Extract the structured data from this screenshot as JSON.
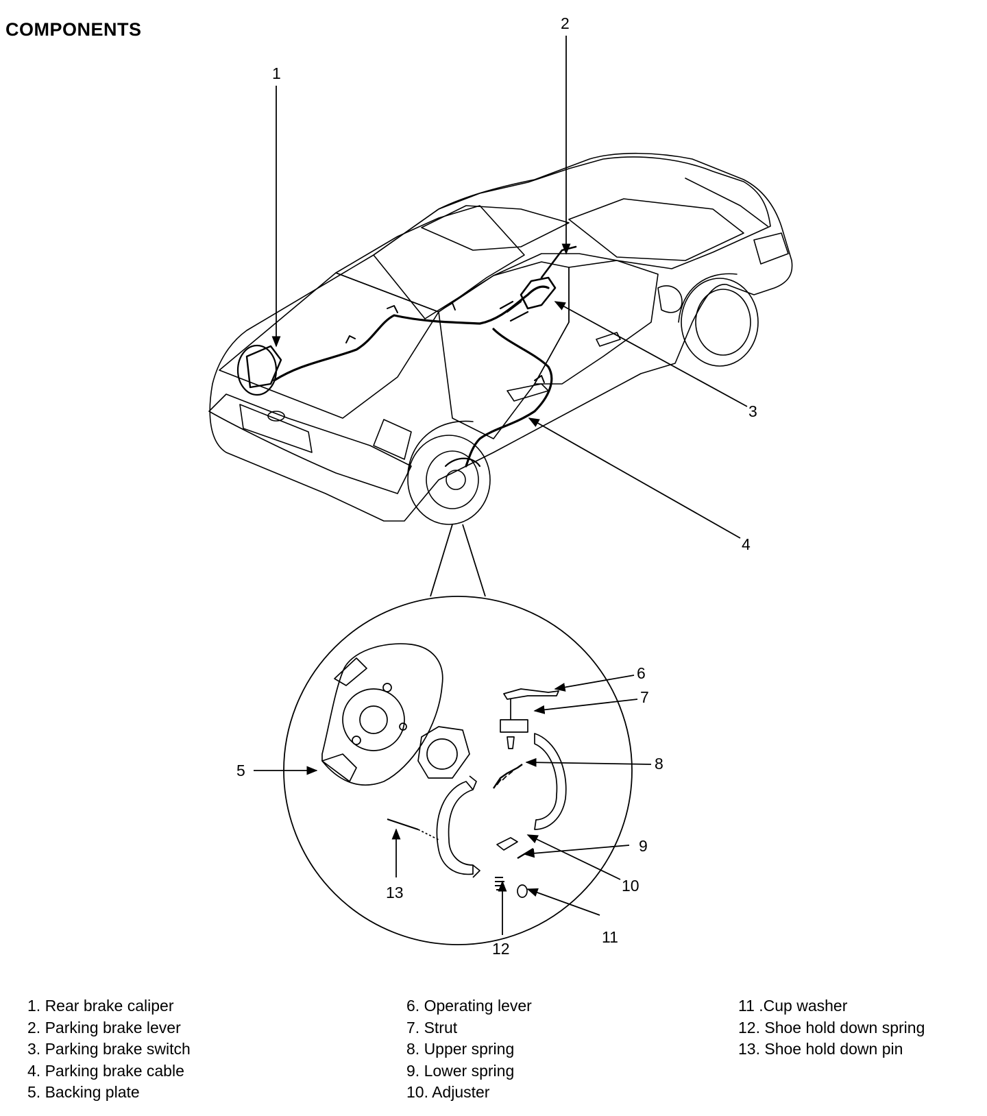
{
  "title": "COMPONENTS",
  "callouts": [
    "1",
    "2",
    "3",
    "4",
    "5",
    "6",
    "7",
    "8",
    "9",
    "10",
    "11",
    "12",
    "13"
  ],
  "legend": {
    "col1": [
      "1. Rear brake caliper",
      "2. Parking brake lever",
      "3. Parking brake switch",
      "4. Parking brake cable",
      "5. Backing plate"
    ],
    "col2": [
      "6. Operating lever",
      "7. Strut",
      "8. Upper spring",
      "9. Lower spring",
      "10. Adjuster"
    ],
    "col3": [
      "11 .Cup washer",
      "12. Shoe hold down spring",
      "13. Shoe hold down pin"
    ]
  }
}
